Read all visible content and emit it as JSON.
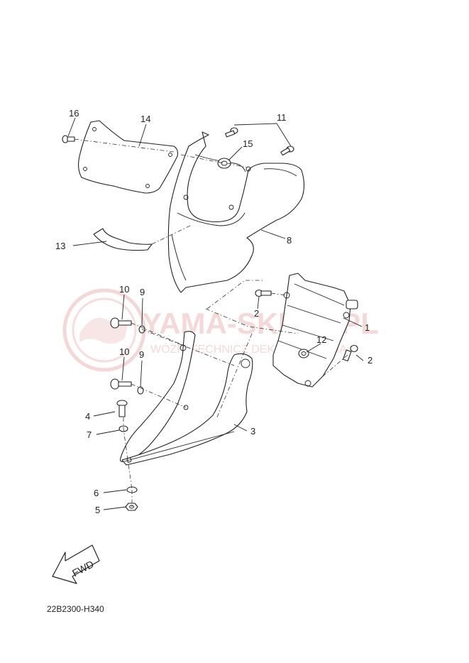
{
  "diagram": {
    "watermark": {
      "title": "YAMA-SKLEP.PL",
      "subtitle": "WÓZKI FECHNICZ DEKLER YAMAHA"
    },
    "callouts": {
      "c1": "1",
      "c2a": "2",
      "c2b": "2",
      "c3": "3",
      "c4": "4",
      "c5": "5",
      "c6": "6",
      "c7": "7",
      "c8": "8",
      "c9a": "9",
      "c9b": "9",
      "c10a": "10",
      "c10b": "10",
      "c11": "11",
      "c12": "12",
      "c13": "13",
      "c14": "14",
      "c15": "15",
      "c16": "16"
    },
    "fwd_label": "FWD",
    "diagram_code": "22B2300-H340"
  }
}
